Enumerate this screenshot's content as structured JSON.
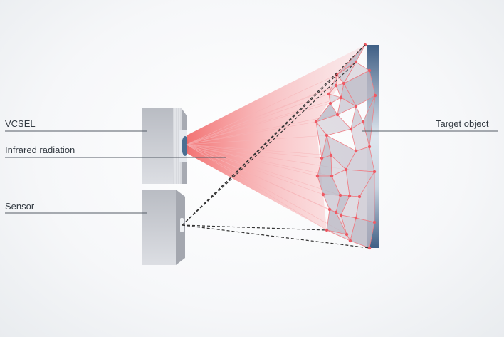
{
  "labels": {
    "vcsel": "VCSEL",
    "infrared": "Infrared radiation",
    "sensor": "Sensor",
    "target": "Target object"
  },
  "colors": {
    "beam": "#f26b6b",
    "mesh_point": "#ee5a64",
    "target_panel": "#4a6a8c"
  }
}
